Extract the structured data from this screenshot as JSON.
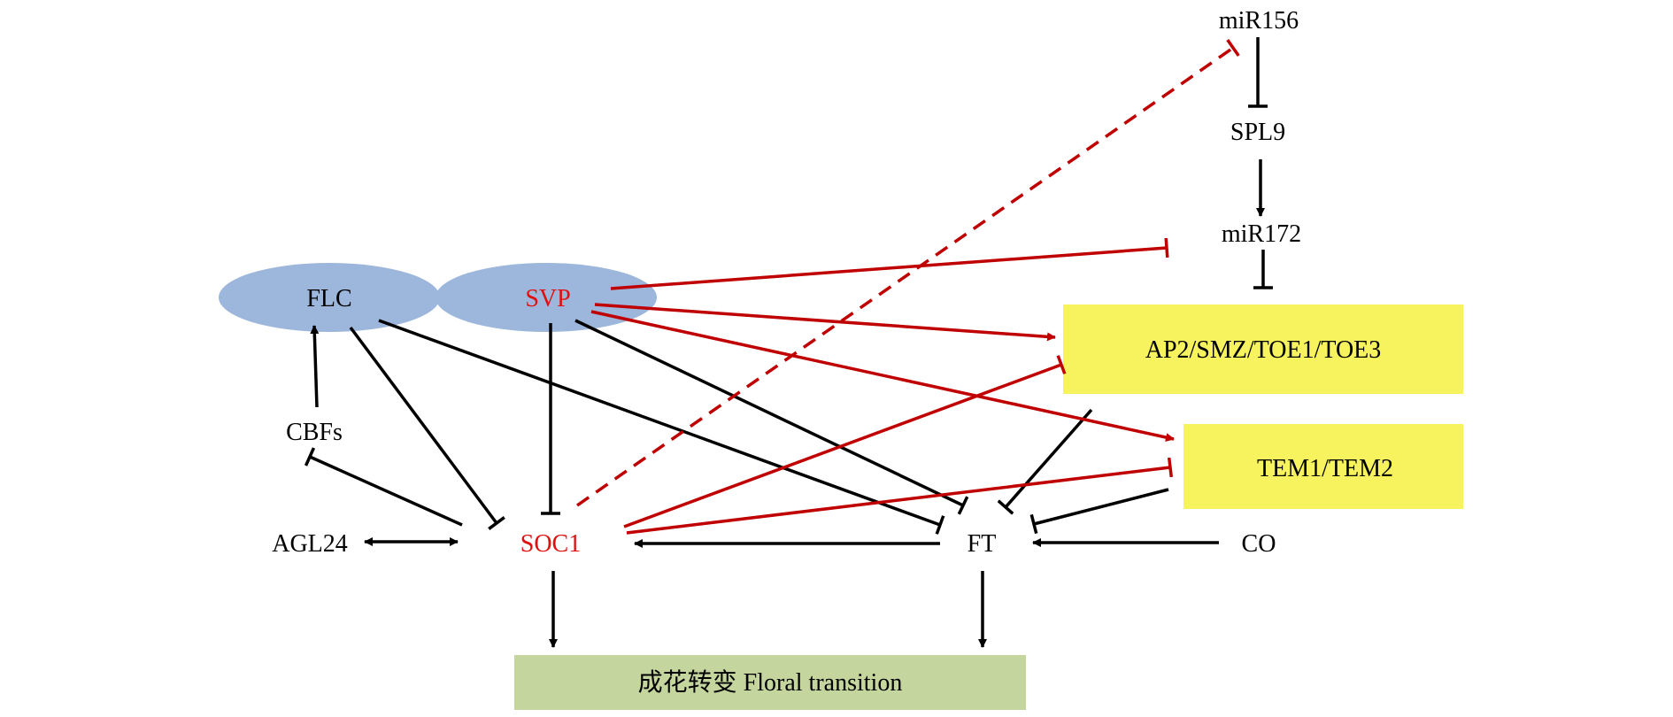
{
  "nodes": {
    "flc": "FLC",
    "svp": "SVP",
    "cbfs": "CBFs",
    "agl24": "AGL24",
    "soc1": "SOC1",
    "ft": "FT",
    "co": "CO",
    "mir156": "miR156",
    "spl9": "SPL9",
    "mir172": "miR172",
    "ap2": "AP2/SMZ/TOE1/TOE3",
    "tem": "TEM1/TEM2",
    "floral": "成花转变 Floral transition"
  },
  "colors": {
    "ellipse_fill": "#9db7dc",
    "yellow_box": "#f7f35e",
    "green_box": "#c4d69e",
    "red": "#c00000",
    "red_text": "#e01010",
    "black": "#000000"
  }
}
